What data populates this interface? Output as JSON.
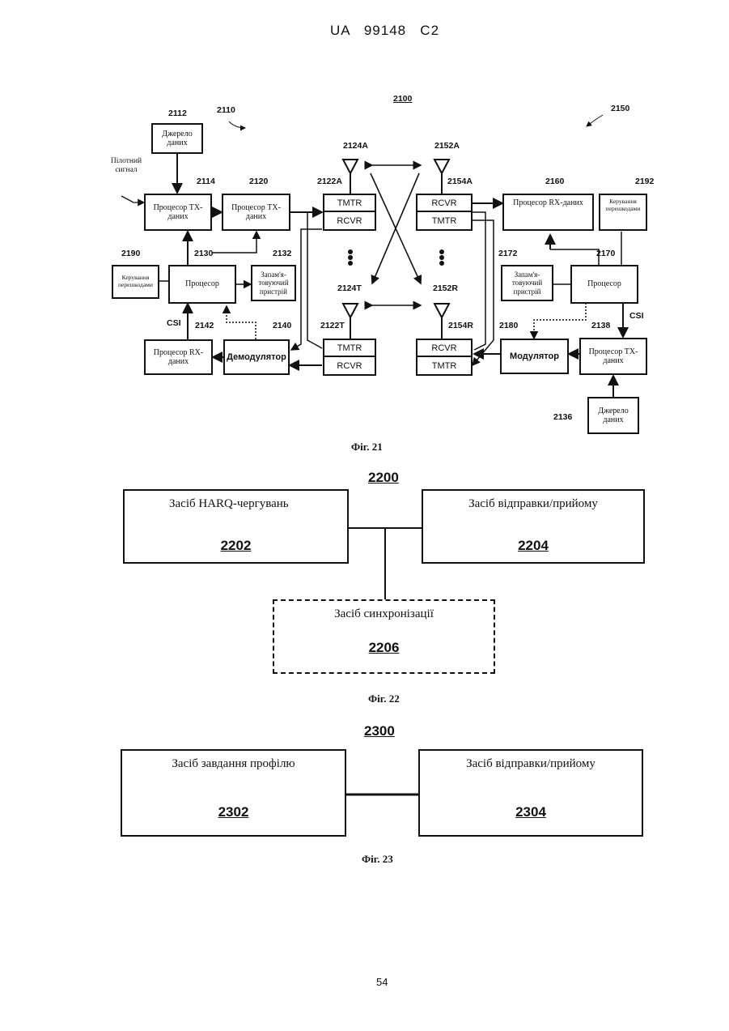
{
  "header": "UA   99148   C2",
  "page_number": "54",
  "fig21": {
    "title": "2100",
    "caption": "Фіг. 21",
    "refs": {
      "r2110": "2110",
      "r2112": "2112",
      "r2114": "2114",
      "r2120": "2120",
      "r2122A": "2122A",
      "r2124A": "2124A",
      "r2152A": "2152A",
      "r2154A": "2154A",
      "r2160": "2160",
      "r2192": "2192",
      "r2150": "2150",
      "r2190": "2190",
      "r2130": "2130",
      "r2132": "2132",
      "r2124T": "2124T",
      "r2152R": "2152R",
      "r2172": "2172",
      "r2170": "2170",
      "r2142": "2142",
      "r2140": "2140",
      "r2122T": "2122T",
      "r2154R": "2154R",
      "r2180": "2180",
      "r2138": "2138",
      "r2136": "2136",
      "csi_left": "CSI",
      "csi_right": "CSI"
    },
    "pilot_label": "Пілотний сигнал",
    "boxes": {
      "data_source_top": "Джерело даних",
      "tx_proc_2114": "Процесор ТХ-даних",
      "tx_proc_2120": "Процесор ТХ-даних",
      "interference_left": "Керування перешкодами",
      "processor_left": "Процесор",
      "memory_left": "Запам'я-товуючий пристрій",
      "rx_proc_2142": "Процесор RX-даних",
      "demodulator": "Демодулятор",
      "rx_proc_2160": "Процесор RX-даних",
      "interference_right": "Керування перешкодами",
      "memory_right": "Запам'я-товуючий пристрій",
      "processor_right": "Процесор",
      "modulator": "Модулятор",
      "tx_proc_2138": "Процесор ТХ-даних",
      "data_source_bottom": "Джерело даних"
    },
    "transceivers": {
      "left_top": [
        "TMTR",
        "RCVR"
      ],
      "left_bottom": [
        "TMTR",
        "RCVR"
      ],
      "right_top": [
        "RCVR",
        "TMTR"
      ],
      "right_bottom": [
        "RCVR",
        "TMTR"
      ]
    }
  },
  "fig22": {
    "title": "2200",
    "caption": "Фіг. 22",
    "box_2202": {
      "label": "Засіб HARQ-чергувань",
      "number": "2202"
    },
    "box_2204": {
      "label": "Засіб відправки/прийому",
      "number": "2204"
    },
    "box_2206": {
      "label": "Засіб синхронізації",
      "number": "2206"
    }
  },
  "fig23": {
    "title": "2300",
    "caption": "Фіг. 23",
    "box_2302": {
      "label": "Засіб завдання профілю",
      "number": "2302"
    },
    "box_2304": {
      "label": "Засіб відправки/прийому",
      "number": "2304"
    }
  }
}
